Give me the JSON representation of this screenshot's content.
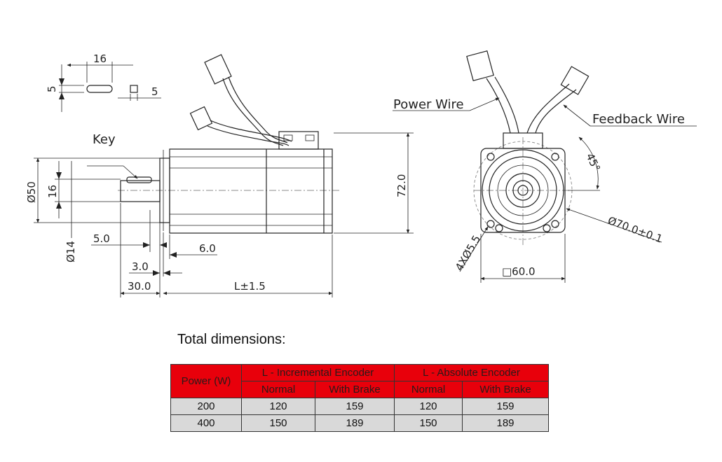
{
  "drawing": {
    "labels": {
      "key": "Key",
      "power_wire": "Power Wire",
      "feedback_wire": "Feedback Wire"
    },
    "dims": {
      "key_length": "16",
      "key_height": "5",
      "key_width": "5",
      "shaft_dia": "Ø50",
      "key_slot": "16",
      "shaft_small_dia": "Ø14",
      "d5": "5.0",
      "d6": "6.0",
      "d3": "3.0",
      "d30": "30.0",
      "length": "L±1.5",
      "height": "72.0",
      "angle": "45°",
      "pcd": "Ø70.0±0.1",
      "holes": "4XØ5.5",
      "flange": "□60.0"
    }
  },
  "summary": {
    "title": "Total dimensions:",
    "table": {
      "power_header": "Power (W)",
      "group_headers": [
        "L - Incremental Encoder",
        "L - Absolute Encoder"
      ],
      "sub_headers": [
        "Normal",
        "With Brake",
        "Normal",
        "With Brake"
      ],
      "rows": [
        {
          "power": "200",
          "values": [
            "120",
            "159",
            "120",
            "159"
          ]
        },
        {
          "power": "400",
          "values": [
            "150",
            "189",
            "150",
            "189"
          ]
        }
      ]
    }
  }
}
